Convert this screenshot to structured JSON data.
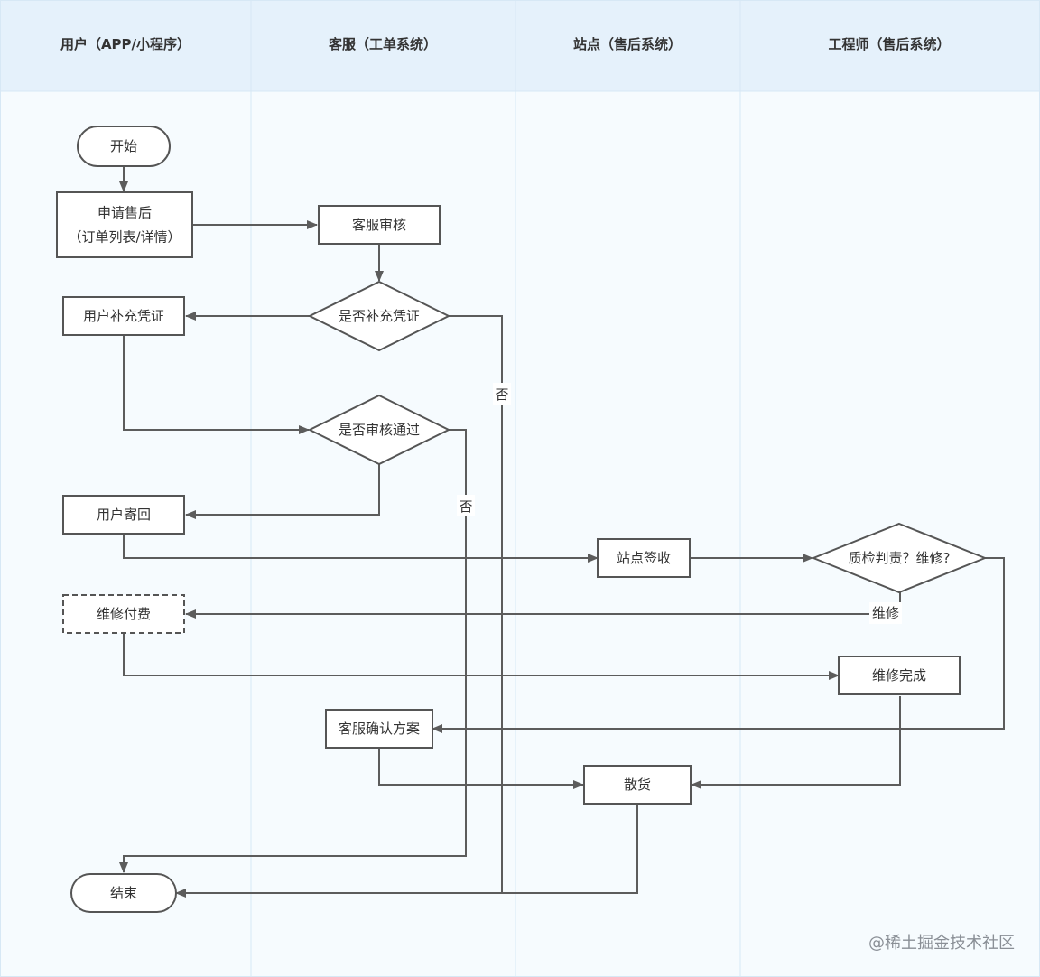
{
  "lanes": [
    {
      "title": "用户（APP/小程序）"
    },
    {
      "title": "客服（工单系统）"
    },
    {
      "title": "站点（售后系统）"
    },
    {
      "title": "工程师（售后系统）"
    }
  ],
  "nodes": {
    "start": {
      "lines": [
        "开始"
      ],
      "shape": "terminal"
    },
    "apply": {
      "lines": [
        "申请售后",
        "（订单列表/详情）"
      ],
      "shape": "process"
    },
    "cs_review": {
      "lines": [
        "客服审核"
      ],
      "shape": "process"
    },
    "need_proof": {
      "lines": [
        "是否补充凭证"
      ],
      "shape": "decision"
    },
    "user_proof": {
      "lines": [
        "用户补充凭证"
      ],
      "shape": "process"
    },
    "review_pass": {
      "lines": [
        "是否审核通过"
      ],
      "shape": "decision"
    },
    "user_return": {
      "lines": [
        "用户寄回"
      ],
      "shape": "process"
    },
    "site_sign": {
      "lines": [
        "站点签收"
      ],
      "shape": "process"
    },
    "qc": {
      "lines": [
        "质检判责？维修?"
      ],
      "shape": "decision"
    },
    "repair_pay": {
      "lines": [
        "维修付费"
      ],
      "shape": "process",
      "dashed": true
    },
    "repair_done": {
      "lines": [
        "维修完成"
      ],
      "shape": "process"
    },
    "cs_confirm": {
      "lines": [
        "客服确认方案"
      ],
      "shape": "process"
    },
    "ship": {
      "lines": [
        "散货"
      ],
      "shape": "process"
    },
    "end": {
      "lines": [
        "结束"
      ],
      "shape": "terminal"
    }
  },
  "edge_labels": {
    "no_proof": "否",
    "not_pass": "否",
    "repair": "维修"
  },
  "watermark": "@稀土掘金技术社区"
}
